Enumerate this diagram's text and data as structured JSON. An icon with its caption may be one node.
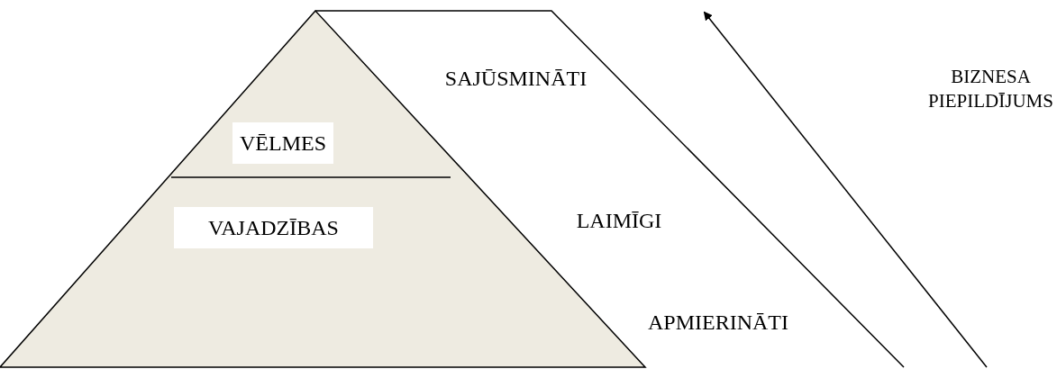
{
  "diagram": {
    "nodes": [
      {
        "text": [
          "VĒLMES"
        ]
      },
      {
        "text": [
          "VAJADZĪBAS"
        ]
      }
    ],
    "edges": [],
    "labels": [
      "SAJŪSMINĀTI",
      "LAIMĪGI",
      "APMIERINĀTI",
      "BIZNESA PIEPILDĪJUMS"
    ]
  }
}
